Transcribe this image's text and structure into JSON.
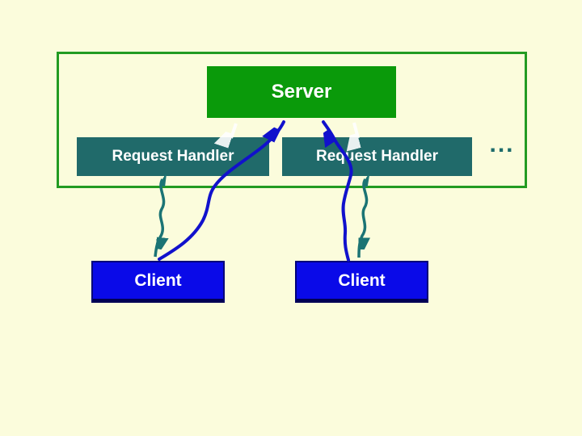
{
  "diagram": {
    "title_hint": "client-server request handling diagram",
    "server": {
      "label": "Server"
    },
    "handlers": [
      {
        "label": "Request Handler"
      },
      {
        "label": "Request Handler"
      }
    ],
    "clients": [
      {
        "label": "Client"
      },
      {
        "label": "Client"
      }
    ],
    "ellipsis": "...",
    "colors": {
      "background": "#FBFCDC",
      "outer_border": "#229B22",
      "server_fill": "#0A9A0A",
      "handler_fill": "#206A6A",
      "client_fill": "#0A0AE8",
      "client_border": "#00007A",
      "wavy_arrow": "#1B7474",
      "curve_arrow": "#1111CC",
      "faint_arrow": "#FFFFFF",
      "label_text": "#FFFFFF",
      "ellipsis_text": "#1D6B6B"
    }
  }
}
